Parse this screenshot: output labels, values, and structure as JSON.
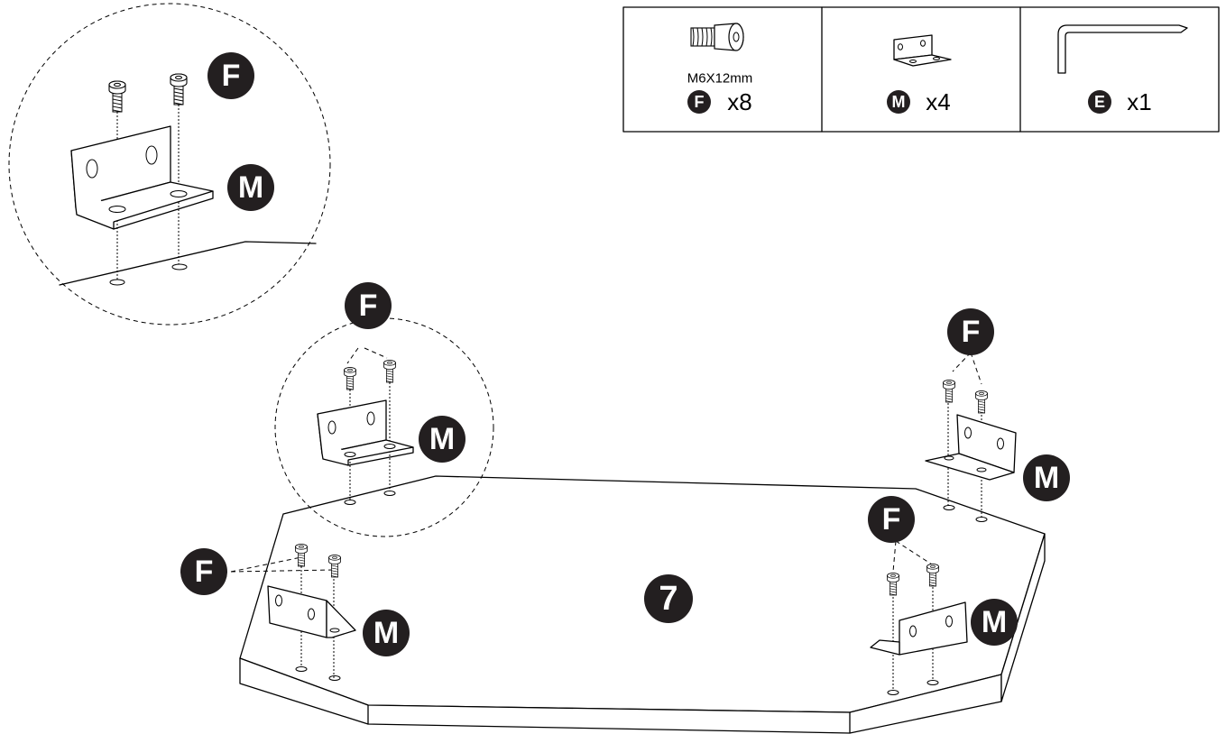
{
  "parts_legend": {
    "screw": {
      "spec": "M6X12mm",
      "letter": "F",
      "qty": "x8",
      "icon": "bolt-icon"
    },
    "bracket": {
      "letter": "M",
      "qty": "x4",
      "icon": "l-bracket-icon"
    },
    "key": {
      "letter": "E",
      "qty": "x1",
      "icon": "allen-key-icon"
    }
  },
  "board": {
    "number": "7"
  },
  "callouts": {
    "screw_letter": "F",
    "bracket_letter": "M"
  },
  "colors": {
    "ink": "#000000",
    "badge": "#231f20",
    "paper": "#ffffff"
  }
}
